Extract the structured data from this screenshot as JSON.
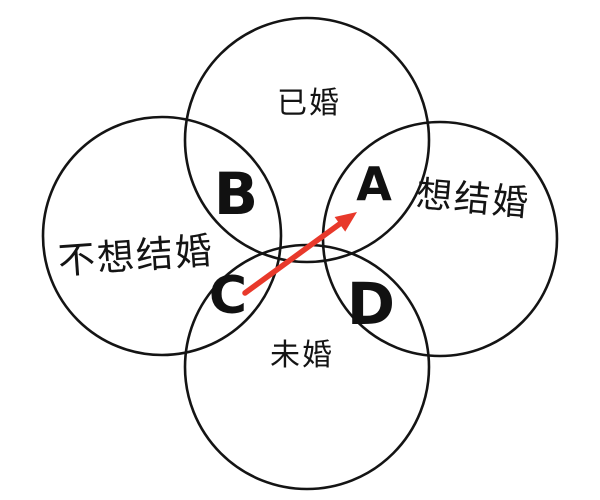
{
  "diagram": {
    "type": "venn",
    "circles": [
      {
        "id": "married",
        "label": "已婚"
      },
      {
        "id": "not-want-marry",
        "label": "不想结婚"
      },
      {
        "id": "want-marry",
        "label": "想结婚"
      },
      {
        "id": "unmarried",
        "label": "未婚"
      }
    ],
    "regions": [
      {
        "id": "A",
        "label": "A",
        "between": [
          "已婚",
          "想结婚"
        ]
      },
      {
        "id": "B",
        "label": "B",
        "between": [
          "已婚",
          "不想结婚"
        ]
      },
      {
        "id": "C",
        "label": "C",
        "between": [
          "不想结婚",
          "未婚"
        ]
      },
      {
        "id": "D",
        "label": "D",
        "between": [
          "想结婚",
          "未婚"
        ]
      }
    ],
    "arrow": {
      "from_region": "C",
      "to_region": "A",
      "color": "#e8392b"
    },
    "colors": {
      "background": "#ffffff",
      "stroke": "#141414",
      "arrow": "#e8392b"
    }
  }
}
